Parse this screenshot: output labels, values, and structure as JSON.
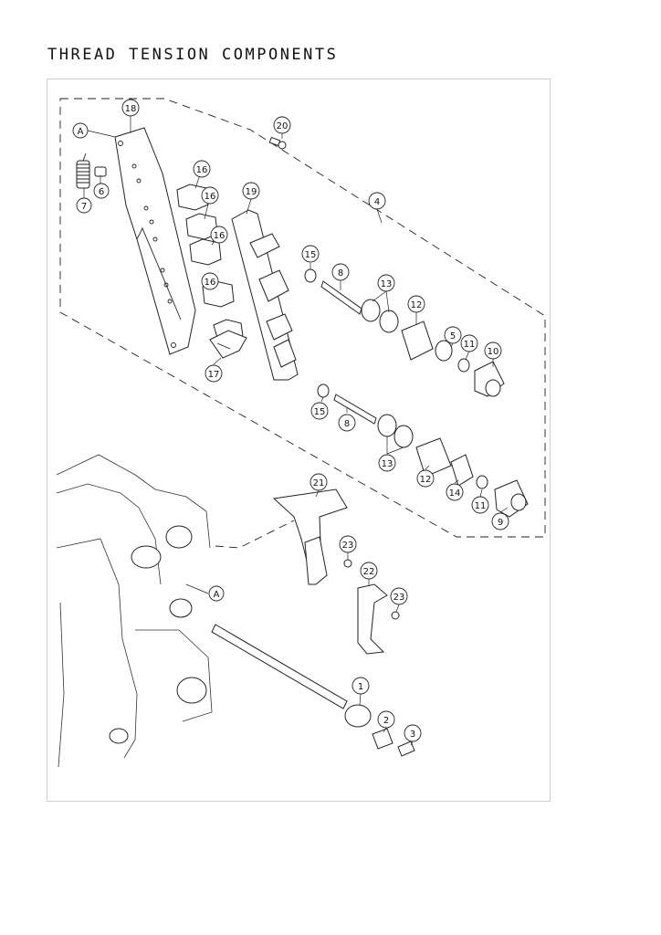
{
  "page": {
    "title": "THREAD TENSION COMPONENTS"
  },
  "callouts": {
    "c18": "18",
    "cA_top": "A",
    "c20": "20",
    "c6": "6",
    "c7": "7",
    "c16a": "16",
    "c16b": "16",
    "c16c": "16",
    "c16d": "16",
    "c19": "19",
    "c4": "4",
    "c15a": "15",
    "c8a": "8",
    "c13a": "13",
    "c12a": "12",
    "c5": "5",
    "c11a": "11",
    "c10": "10",
    "c17": "17",
    "c15b": "15",
    "c8b": "8",
    "c13b": "13",
    "c12b": "12",
    "c14": "14",
    "c11b": "11",
    "c9": "9",
    "c21": "21",
    "c23a": "23",
    "c22": "22",
    "c23b": "23",
    "cA_bottom": "A",
    "c1": "1",
    "c2": "2",
    "c3": "3"
  }
}
